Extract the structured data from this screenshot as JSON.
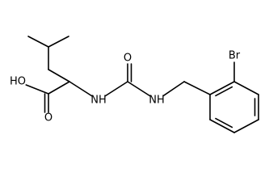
{
  "diagram": {
    "atoms": [
      {
        "id": "a-me1",
        "element": "C",
        "label": ""
      },
      {
        "id": "a-ch",
        "element": "C",
        "label": ""
      },
      {
        "id": "a-me2",
        "element": "C",
        "label": ""
      },
      {
        "id": "a-ch2",
        "element": "C",
        "label": ""
      },
      {
        "id": "a-ca",
        "element": "C",
        "label": ""
      },
      {
        "id": "a-cooh",
        "element": "C",
        "label": ""
      },
      {
        "id": "a-oh",
        "element": "O",
        "label": "HO"
      },
      {
        "id": "a-o1",
        "element": "O",
        "label": "O"
      },
      {
        "id": "a-n1",
        "element": "N",
        "label": "NH"
      },
      {
        "id": "a-cu",
        "element": "C",
        "label": ""
      },
      {
        "id": "a-o2",
        "element": "O",
        "label": "O"
      },
      {
        "id": "a-n2",
        "element": "N",
        "label": "NH"
      },
      {
        "id": "a-ch2b",
        "element": "C",
        "label": ""
      },
      {
        "id": "a-r1",
        "element": "C",
        "label": ""
      },
      {
        "id": "a-r2",
        "element": "C",
        "label": ""
      },
      {
        "id": "a-r3",
        "element": "C",
        "label": ""
      },
      {
        "id": "a-r4",
        "element": "C",
        "label": ""
      },
      {
        "id": "a-r5",
        "element": "C",
        "label": ""
      },
      {
        "id": "a-r6",
        "element": "C",
        "label": ""
      },
      {
        "id": "a-br",
        "element": "Br",
        "label": "Br"
      }
    ],
    "bonds": [
      {
        "from": "a-me1",
        "to": "a-ch",
        "order": 1
      },
      {
        "from": "a-ch",
        "to": "a-me2",
        "order": 1
      },
      {
        "from": "a-ch",
        "to": "a-ch2",
        "order": 1
      },
      {
        "from": "a-ch2",
        "to": "a-ca",
        "order": 1
      },
      {
        "from": "a-ca",
        "to": "a-cooh",
        "order": 1
      },
      {
        "from": "a-cooh",
        "to": "a-oh",
        "order": 1
      },
      {
        "from": "a-cooh",
        "to": "a-o1",
        "order": 2
      },
      {
        "from": "a-ca",
        "to": "a-n1",
        "order": 1
      },
      {
        "from": "a-n1",
        "to": "a-cu",
        "order": 1
      },
      {
        "from": "a-cu",
        "to": "a-o2",
        "order": 2
      },
      {
        "from": "a-cu",
        "to": "a-n2",
        "order": 1
      },
      {
        "from": "a-n2",
        "to": "a-ch2b",
        "order": 1
      },
      {
        "from": "a-ch2b",
        "to": "a-r1",
        "order": 1
      },
      {
        "from": "a-r1",
        "to": "a-r2",
        "order": 2
      },
      {
        "from": "a-r2",
        "to": "a-r3",
        "order": 1
      },
      {
        "from": "a-r3",
        "to": "a-r4",
        "order": 2
      },
      {
        "from": "a-r4",
        "to": "a-r5",
        "order": 1
      },
      {
        "from": "a-r5",
        "to": "a-r6",
        "order": 2
      },
      {
        "from": "a-r6",
        "to": "a-r1",
        "order": 1
      },
      {
        "from": "a-r2",
        "to": "a-br",
        "order": 1
      }
    ]
  }
}
